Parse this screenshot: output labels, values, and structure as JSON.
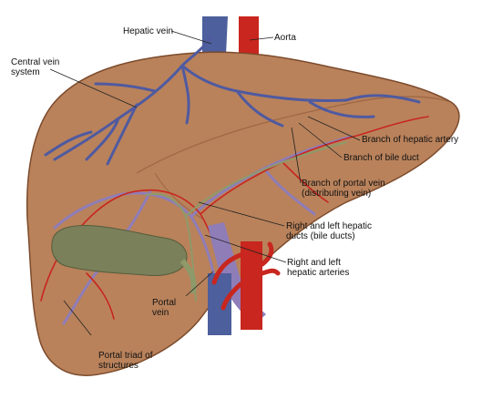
{
  "colors": {
    "liver_fill": "#b9825b",
    "liver_edge": "#7c4b2c",
    "vena_cava": "#4d5f9c",
    "aorta": "#c8261e",
    "portal_vein": "#8f7db8",
    "bile_duct": "#8e9a6a",
    "gallbladder": "#7a8059",
    "hepatic_vein_branches": "#4f5aa0"
  },
  "labels": {
    "hepatic_vein": "Hepatic vein",
    "aorta": "Aorta",
    "central_vein": "Central vein\nsystem",
    "branch_hepatic_artery": "Branch of hepatic artery",
    "branch_bile_duct": "Branch of bile duct",
    "branch_portal_vein": "Branch of portal vein\n(distributing vein)",
    "hepatic_ducts": "Right and left hepatic\nducts (bile ducts)",
    "hepatic_arteries": "Right and left\nhepatic arteries",
    "portal_vein": "Portal\nvein",
    "portal_triad": "Portal triad of\nstructures"
  }
}
